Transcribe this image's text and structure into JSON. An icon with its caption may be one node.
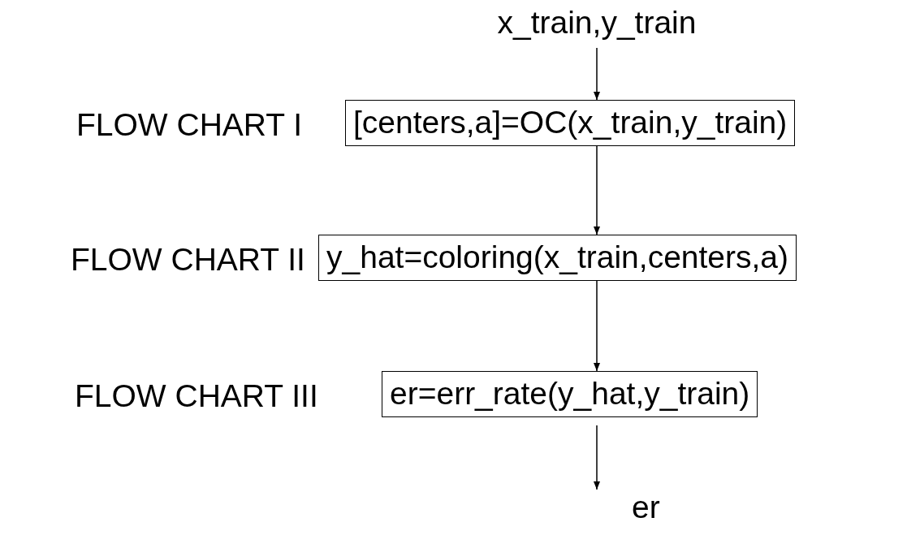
{
  "diagram": {
    "nodes": [
      {
        "text": [
          "x_train,y_train"
        ]
      },
      {
        "text": [
          "[centers,a]=OC(x_train,y_train)"
        ],
        "beside": [
          "FLOW CHART I"
        ]
      },
      {
        "text": [
          "y_hat=coloring(x_train,centers,a)"
        ],
        "beside": [
          "FLOW CHART II"
        ]
      },
      {
        "text": [
          "er=err_rate(y_hat,y_train)"
        ],
        "beside": [
          "FLOW CHART III"
        ]
      },
      {
        "text": [
          "er"
        ]
      }
    ],
    "edges": [
      {
        "from": 0,
        "to": 1,
        "arrow": "to"
      },
      {
        "from": 1,
        "to": 2,
        "arrow": "to"
      },
      {
        "from": 2,
        "to": 3,
        "arrow": "to"
      },
      {
        "from": 3,
        "to": 4,
        "arrow": "to"
      }
    ]
  }
}
